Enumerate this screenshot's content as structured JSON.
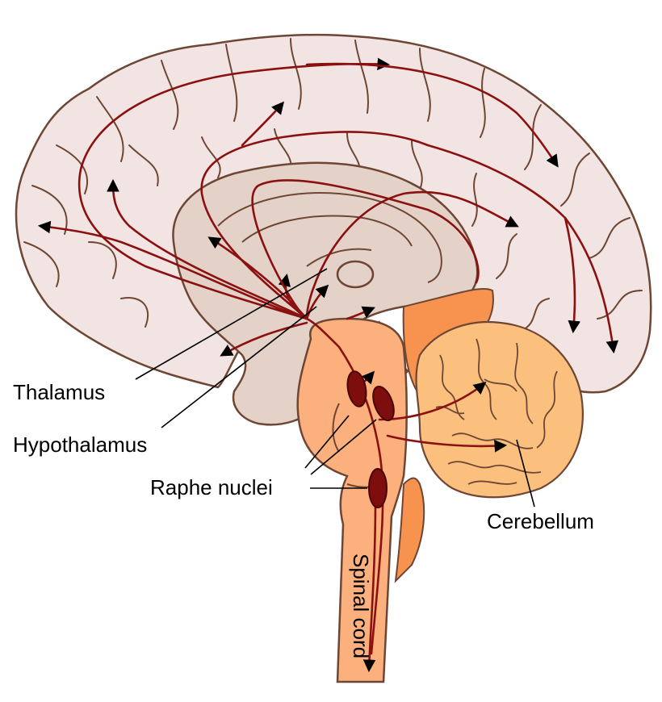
{
  "labels": {
    "thalamus": "Thalamus",
    "hypothalamus": "Hypothalamus",
    "raphe_nuclei": "Raphe nuclei",
    "cerebellum": "Cerebellum",
    "spinal_cord": "Spinal cord"
  },
  "colors": {
    "cortex": "#f2e4e2",
    "inner_brain": "#e4d2c8",
    "brainstem": "#fbb07e",
    "cerebellum": "#fbbf7e",
    "pathway": "#8b1010",
    "nucleus": "#7e0d0d",
    "outline": "#6e4634"
  }
}
